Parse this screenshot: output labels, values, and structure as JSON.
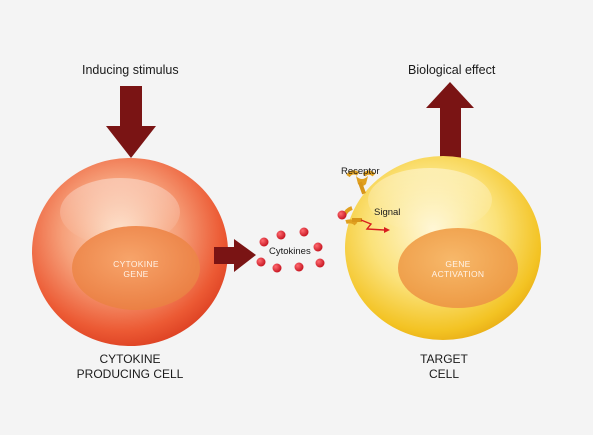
{
  "labels": {
    "inducing_stimulus": "Inducing stimulus",
    "biological_effect": "Biological effect",
    "left_cell": [
      "CYTOKINE",
      "PRODUCING CELL"
    ],
    "right_cell": [
      "TARGET",
      "CELL"
    ],
    "left_nucleus": [
      "CYTOKINE",
      "GENE"
    ],
    "right_nucleus": [
      "GENE",
      "ACTIVATION"
    ],
    "cytokines": "Cytokines",
    "receptor": "Receptor",
    "signal": "Signal"
  },
  "colors": {
    "background": "#f4f4f4",
    "arrow": "#7a1414",
    "cytokine_dot": "#d41c2c",
    "left_cell": "#e8452a",
    "right_cell": "#f2c41c",
    "receptor": "#e0a020",
    "signal": "#d81e1e"
  }
}
